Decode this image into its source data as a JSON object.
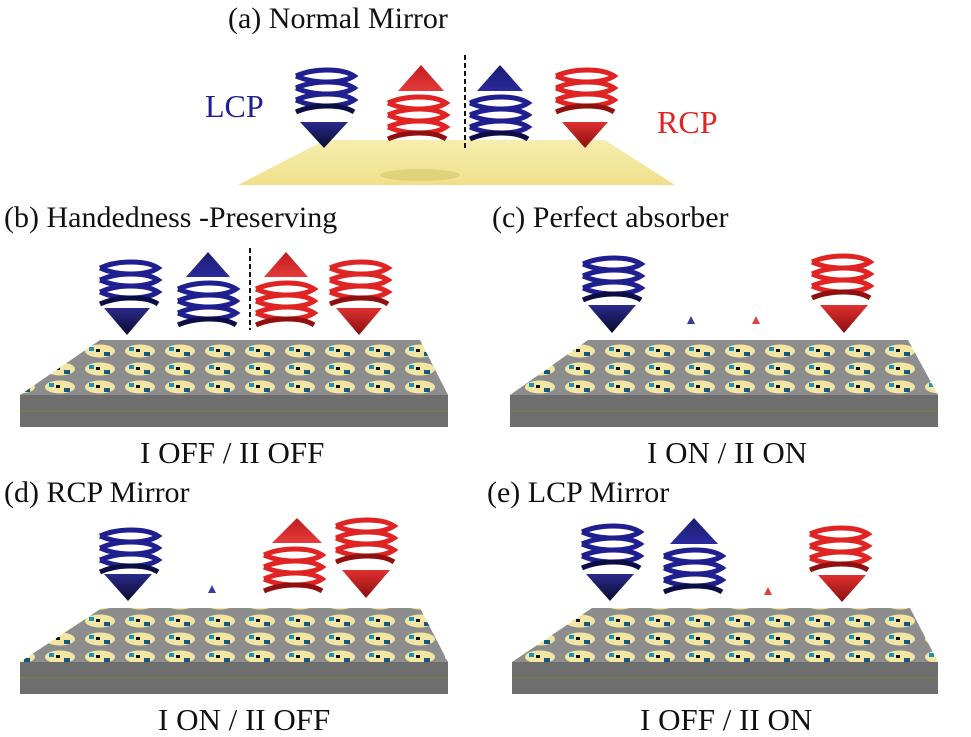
{
  "colors": {
    "lcp": "#1f1f8f",
    "rcp": "#e02424",
    "mirror": "#f3e89c",
    "slab_top": "#8a8a8a",
    "slab_side": "#6b6b6b",
    "ring": "#f3e7a0",
    "block": "#1b8fb8"
  },
  "panels": {
    "a": {
      "title": "(a)  Normal Mirror",
      "lcp_label": "LCP",
      "rcp_label": "RCP"
    },
    "b": {
      "title": "(b)  Handedness -Preserving",
      "state": "I OFF / II OFF"
    },
    "c": {
      "title": "(c)  Perfect absorber",
      "state": "I ON / II ON"
    },
    "d": {
      "title": "(d)  RCP Mirror",
      "state": "I ON / II OFF"
    },
    "e": {
      "title": "(e)  LCP Mirror",
      "state": "I OFF / II ON"
    }
  }
}
